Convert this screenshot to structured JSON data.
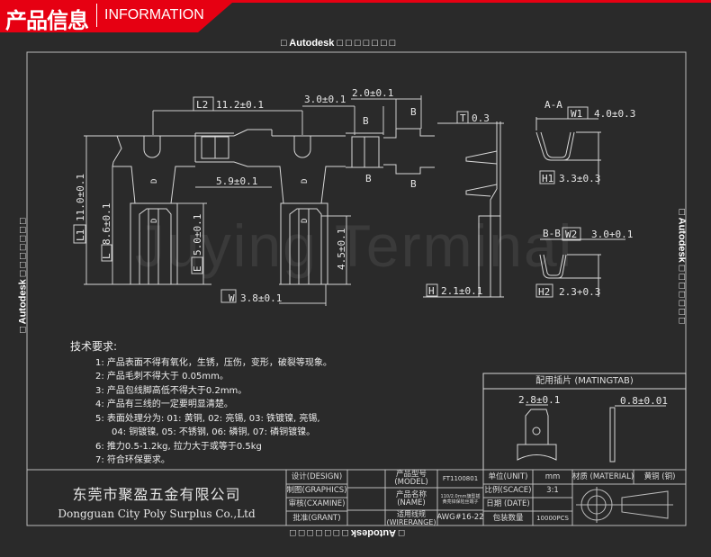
{
  "header": {
    "title_cn": "产品信息",
    "title_en": "INFORMATION",
    "accent_color": "#e60012"
  },
  "frame": {
    "autodesk_top": "□ Autodesk □ □ □ □ □ □ □",
    "autodesk_left": "□ Autodesk □ □ □ □ □ □ □",
    "autodesk_right": "□ Autodesk □ □ □ □ □ □ □",
    "autodesk_bottom": "□ Autodesk □ □ □ □ □ □ □"
  },
  "watermark": "Juying Terminal",
  "dims": {
    "l2_tag": "L2",
    "l2": "11.2±0.1",
    "d30": "3.0±0.1",
    "d20": "2.0±0.1",
    "d59": "5.9±0.1",
    "l1_tag": "L1",
    "l1": "11.0±0.1",
    "l_tag": "L",
    "l": "8.6±0.1",
    "e_tag": "E",
    "e": "5.0±0.1",
    "d45": "4.5±0.1",
    "w_tag": "W",
    "w": "3.8±0.1",
    "t_tag": "T",
    "t": "0.3",
    "h_tag": "H",
    "h": "2.1±0.1",
    "aa": "A-A",
    "w1_tag": "W1",
    "w1": "4.0±0.3",
    "h1_tag": "H1",
    "h1": "3.3±0.3",
    "bb": "B-B",
    "w2_tag": "W2",
    "w2": "3.0+0.1",
    "h2_tag": "H2",
    "h2": "2.3+0.3",
    "section_b": "B",
    "d_mark": "D"
  },
  "requirements": {
    "heading": "技术要求:",
    "items": [
      "1: 产品表面不得有氧化，生锈，压伤，变形，破裂等现象。",
      "2: 产品毛刺不得大于 0.05mm。",
      "3: 产品包线脚高低不得大于0.2mm。",
      "4: 产品有三线的一定要明显清楚。",
      "5: 表面处理分为: 01: 黄铜, 02: 亮锡, 03: 铁镀镍, 亮锡,",
      "04: 铜镀镍, 05: 不锈钢, 06: 磷铜, 07: 磷铜镀镍。",
      "6: 推力0.5-1.2kg, 拉力大于或等于0.5kg",
      "7: 符合环保要求。"
    ]
  },
  "mating_tab": {
    "title": "配用插片 (MATINGTAB)",
    "width": "2.8±0.1",
    "thickness": "0.8±0.01"
  },
  "title_block": {
    "company_cn": "东莞市聚盈五金有限公司",
    "company_en": "Dongguan City Poly Surplus Co.,Ltd",
    "design": "设计(DESIGN)",
    "graphics": "制图(GRAPHICS)",
    "examine": "审核(CXAMINE)",
    "grant": "批准(GRANT)",
    "model_label": "产品型号 (MODEL)",
    "model": "FT1100801",
    "name_label": "产品名称 (NAME)",
    "name": "110/2.0mm旗型插 黄亮锌保险丝端子",
    "wire_label": "适用线规 (WIRERANGE)",
    "wire": "AWG#16-22",
    "unit_label": "单位(UNIT)",
    "unit": "mm",
    "scale_label": "比例(SCACE)",
    "scale": "3:1",
    "date_label": "日期 (DATE)",
    "qty_label": "包装数量",
    "qty": "10000PCS",
    "material_label": "材质 (MATERIAL)",
    "material": "黄铜 (铜)"
  }
}
